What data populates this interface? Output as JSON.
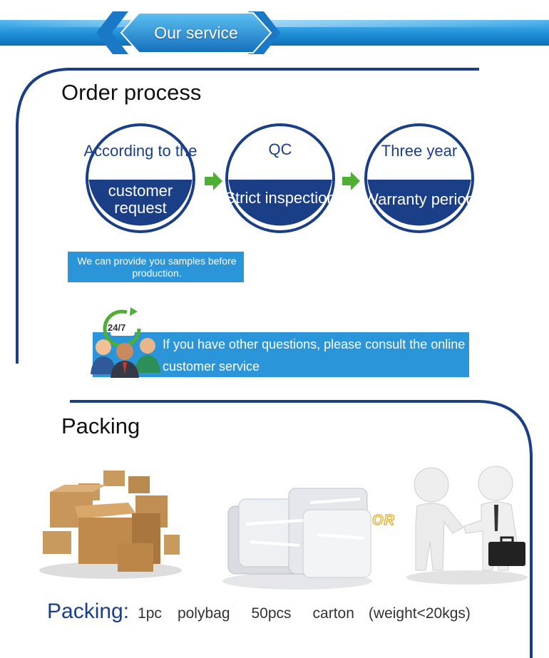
{
  "banner": {
    "title": "Our service"
  },
  "order_process": {
    "title": "Order process",
    "steps": [
      {
        "top": "According to the",
        "bottom": "customer request"
      },
      {
        "top": "QC",
        "bottom": "Strict inspection"
      },
      {
        "top": "Three year",
        "bottom": "Warranty period"
      }
    ],
    "sample_note": "We can provide you samples before production.",
    "support_badge": "24/7",
    "consult_text": "If you have other questions, please consult the online customer service"
  },
  "packing": {
    "title": "Packing",
    "or_label": "OR",
    "line_label": "Packing:",
    "items": [
      "1pc",
      "polybag",
      "50pcs",
      "carton",
      "(weight<20kgs)"
    ]
  },
  "colors": {
    "navy": "#1b3f86",
    "sky": "#2a95d8",
    "arrow_green": "#4fae34"
  }
}
